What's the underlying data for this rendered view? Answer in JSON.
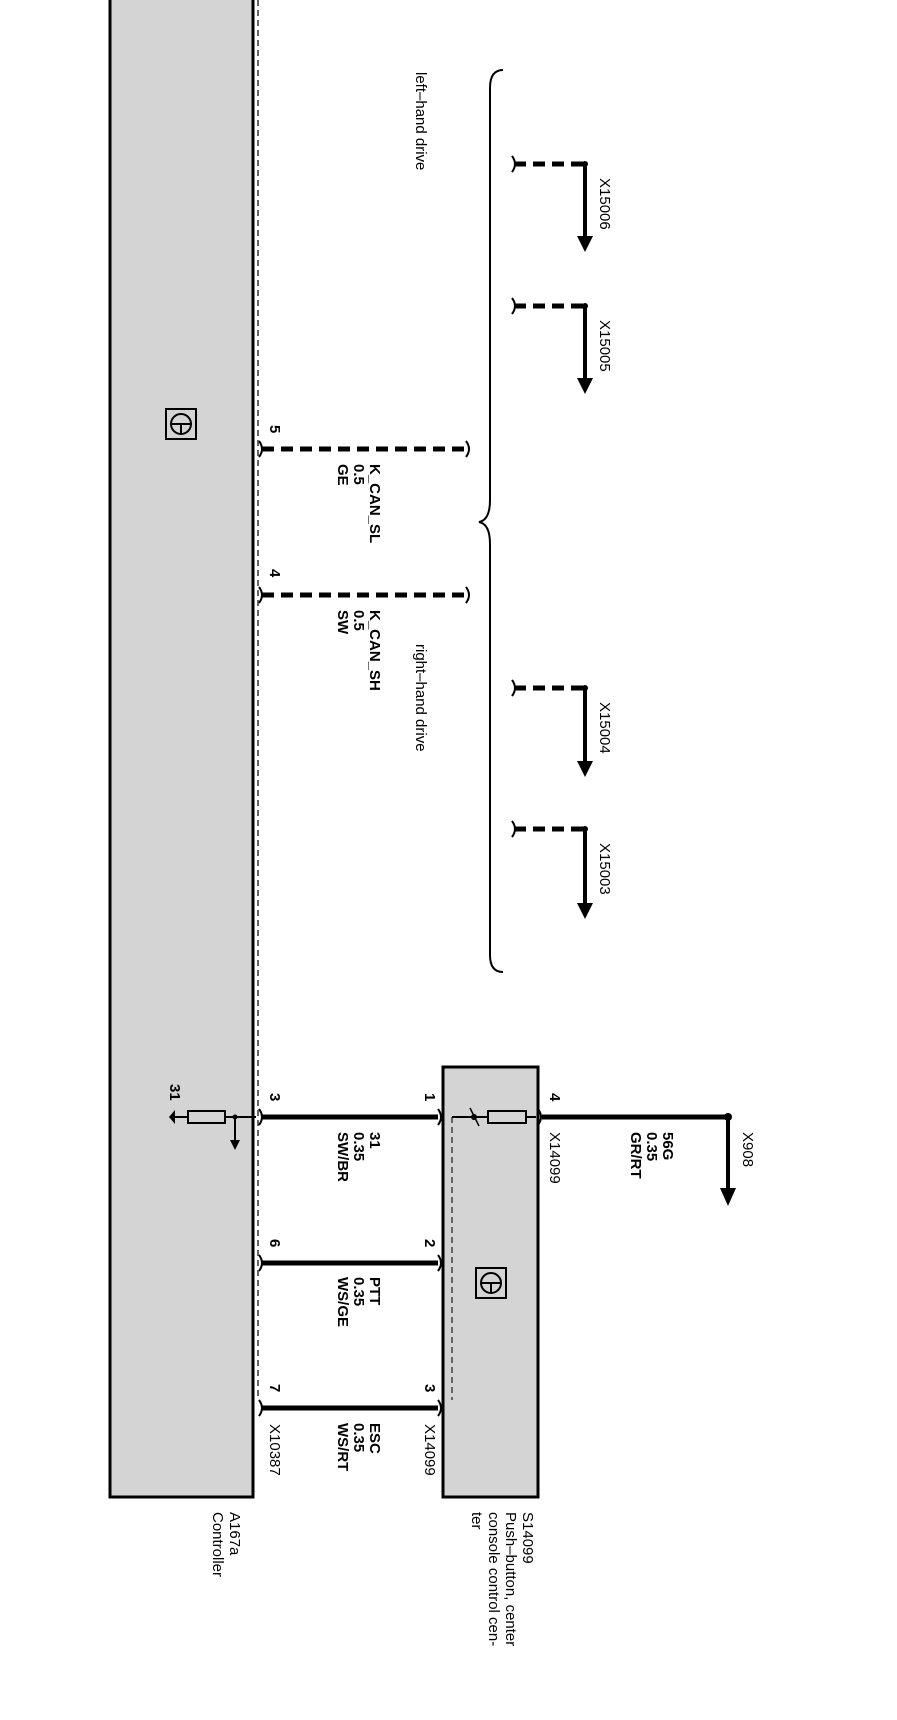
{
  "components": {
    "controller": {
      "id": "A167a",
      "name": "Controller",
      "connector": "X10387"
    },
    "pushbutton": {
      "id": "S14099",
      "name_lines": [
        "Push–button, center",
        "console control cen-",
        "ter"
      ],
      "connector": "X14099",
      "connector_top": "X14099"
    }
  },
  "drive_labels": {
    "left": "left–hand drive",
    "right": "right–hand drive"
  },
  "can_wires": [
    {
      "pin": "5",
      "signal": "K_CAN_SL",
      "size": "0.5",
      "color": "GE"
    },
    {
      "pin": "4",
      "signal": "K_CAN_SH",
      "size": "0.5",
      "color": "SW"
    }
  ],
  "connector_refs": [
    "X15006",
    "X15005",
    "X15004",
    "X15003"
  ],
  "supply_wire": {
    "pin": "4",
    "signal": "56G",
    "size": "0.35",
    "color": "GR/RT",
    "connector": "X908"
  },
  "ground": {
    "label": "31"
  },
  "link_wires": [
    {
      "ctrl_pin": "3",
      "btn_pin": "1",
      "signal": "31",
      "size": "0.35",
      "color": "SW/BR"
    },
    {
      "ctrl_pin": "6",
      "btn_pin": "2",
      "signal": "PTT",
      "size": "0.35",
      "color": "WS/GE"
    },
    {
      "ctrl_pin": "7",
      "btn_pin": "3",
      "signal": "ESC",
      "size": "0.35",
      "color": "WS/RT"
    }
  ],
  "colors": {
    "box_fill": "#d4d4d4",
    "line": "#000000"
  }
}
